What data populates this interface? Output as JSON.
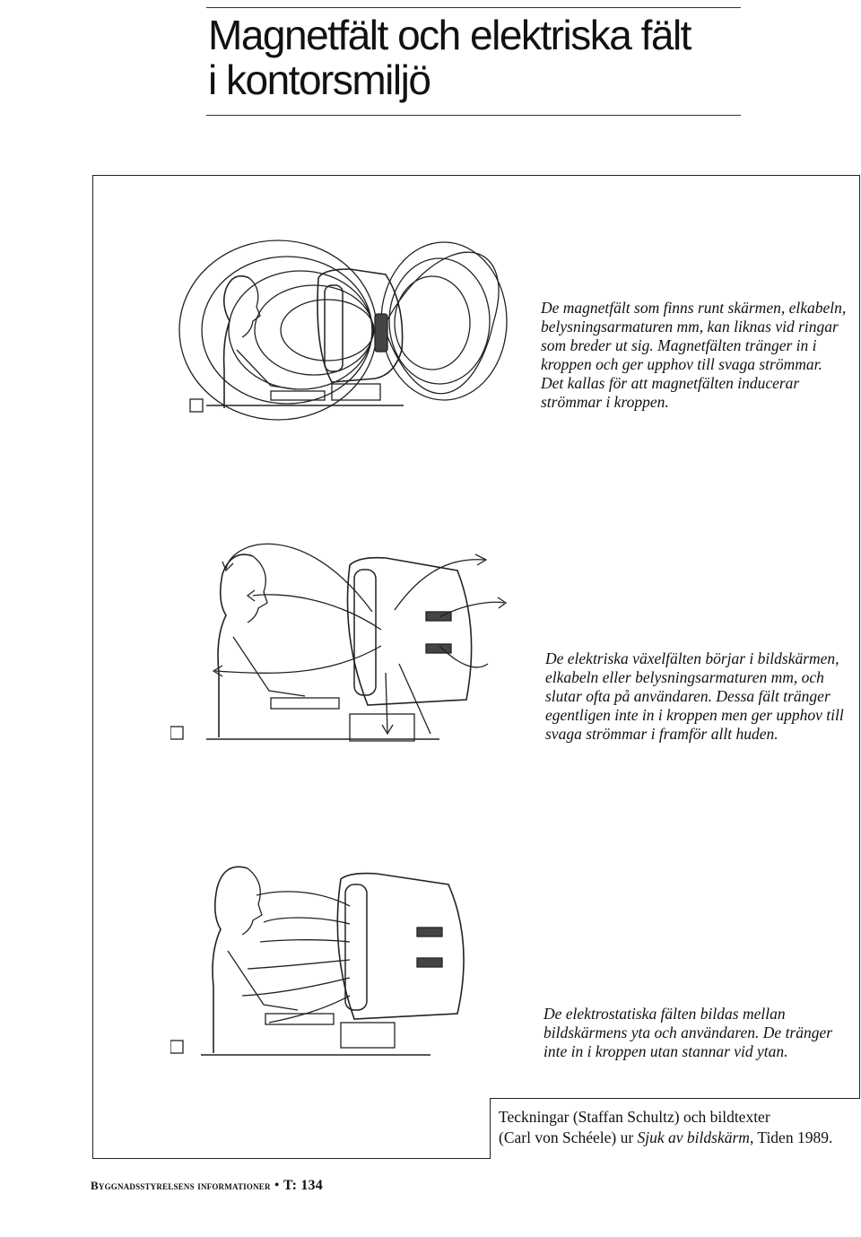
{
  "title": {
    "line1": "Magnetfält och elektriska fält",
    "line2": "i kontorsmiljö"
  },
  "figures": [
    {
      "caption": [
        "De magnetfält som finns runt skärmen, elkabeln,",
        "belysningsarmaturen mm, kan liknas vid ringar",
        "som breder ut sig. Magnetfälten tränger in i",
        "kroppen och ger upphov till svaga strömmar.",
        "Det kallas för att magnetfälten inducerar",
        "strömmar i kroppen."
      ]
    },
    {
      "caption": [
        "De elektriska växelfälten börjar i bildskärmen,",
        "elkabeln eller belysningsarmaturen mm, och",
        "slutar ofta på användaren. Dessa fält tränger",
        "egentligen inte in i kroppen men ger upphov till",
        "svaga strömmar i framför allt huden."
      ]
    },
    {
      "caption": [
        "De elektrostatiska fälten bildas mellan",
        "bildskärmens yta och användaren. De tränger",
        "inte in i kroppen utan stannar vid ytan."
      ]
    }
  ],
  "credit": {
    "line1": "Teckningar (Staffan Schultz) och bildtexter",
    "line2_prefix": "(Carl von Schéele) ur ",
    "line2_title": "Sjuk av bildskärm",
    "line2_suffix": ", Tiden 1989."
  },
  "footer": {
    "publication": "Byggnadsstyrelsens informationer",
    "separator": "•",
    "page_label": "T: 134"
  }
}
